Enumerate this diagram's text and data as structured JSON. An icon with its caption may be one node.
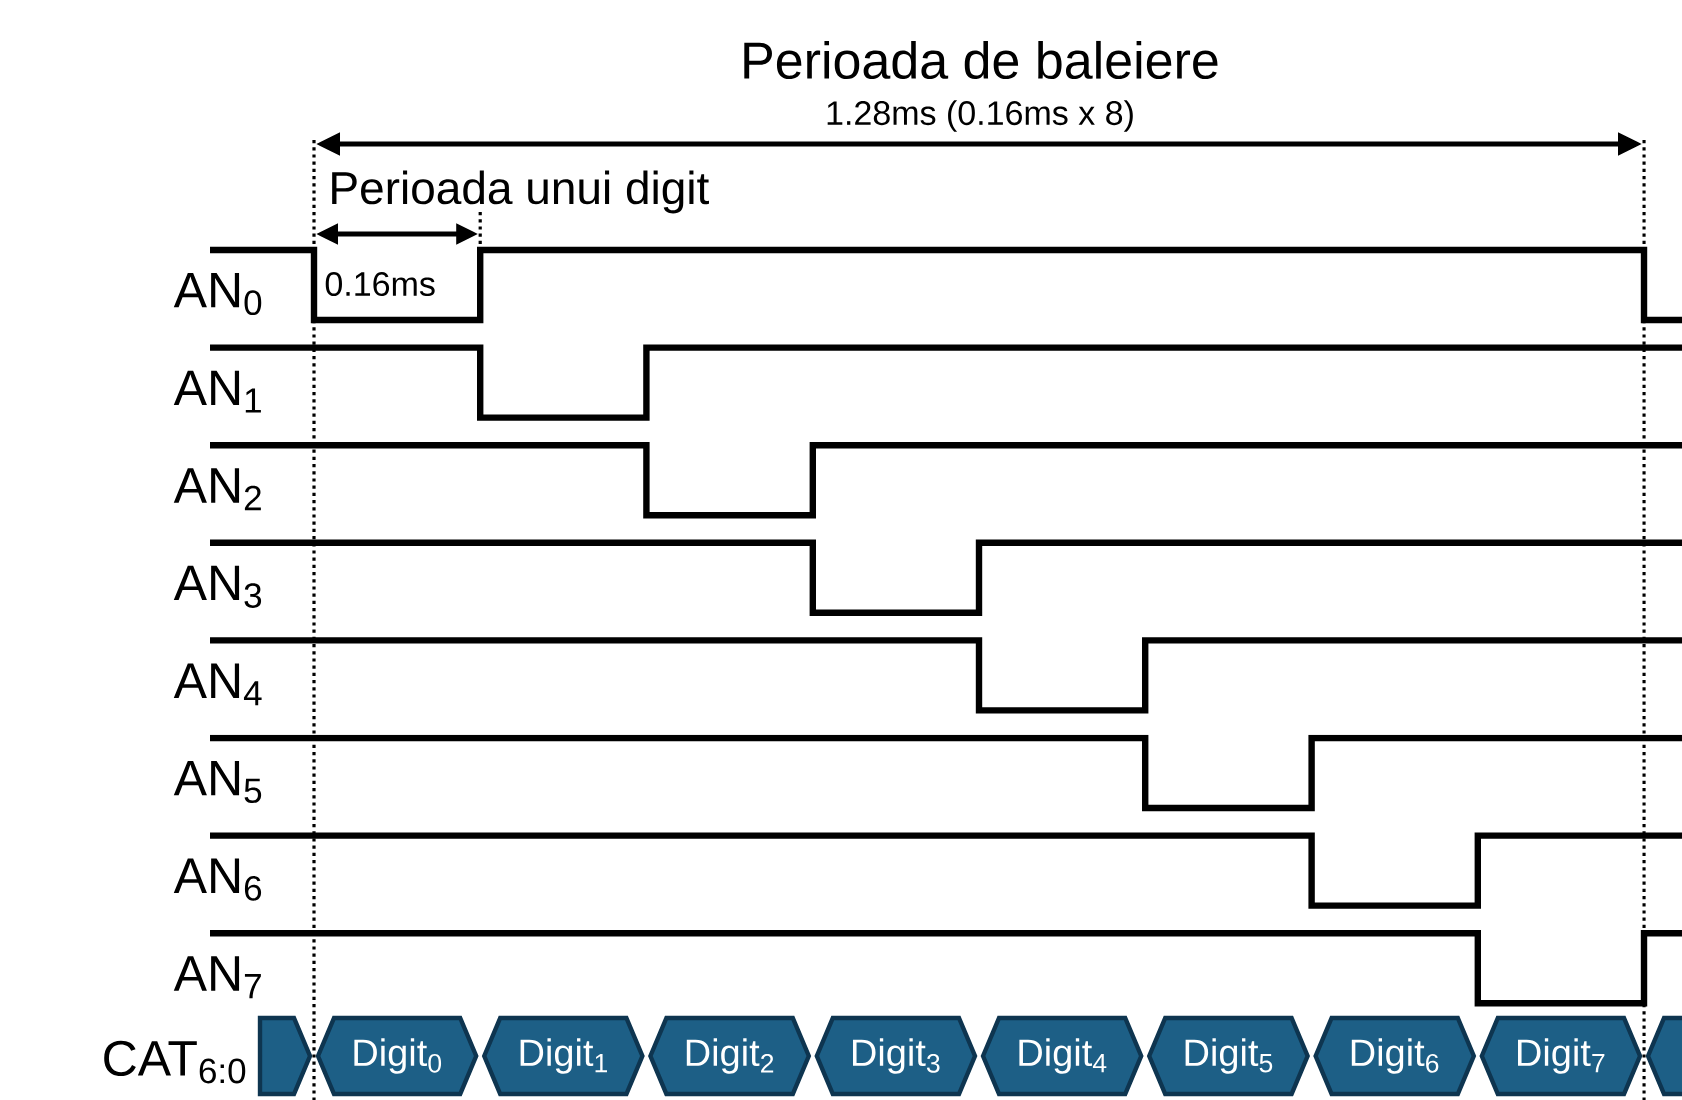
{
  "diagram": {
    "nodes": [
      {
        "text": [],
        "shape": "hexagon"
      },
      {
        "text": [
          "Digit$_{0}$"
        ]
      },
      {
        "text": [
          "Digit$_{1}$"
        ]
      },
      {
        "text": [
          "Digit$_{2}$"
        ]
      },
      {
        "text": [
          "Digit$_{3}$"
        ]
      },
      {
        "text": [
          "Digit$_{4}$"
        ]
      },
      {
        "text": [
          "Digit$_{5}$"
        ]
      },
      {
        "text": [
          "Digit$_{6}$"
        ]
      },
      {
        "text": [
          "Digit$_{7}$"
        ]
      },
      {
        "text": [],
        "shape": "hexagon"
      }
    ],
    "labels": [
      "Perioada de baleiere",
      "1.28ms (0.16ms x 8)",
      "Perioada unui digit",
      "0.16ms",
      "AN$_{0}$",
      "AN$_{1}$",
      "AN$_{2}$",
      "AN$_{3}$",
      "AN$_{4}$",
      "AN$_{5}$",
      "AN$_{6}$",
      "AN$_{7}$",
      "CAT$_{6:0}$"
    ]
  }
}
